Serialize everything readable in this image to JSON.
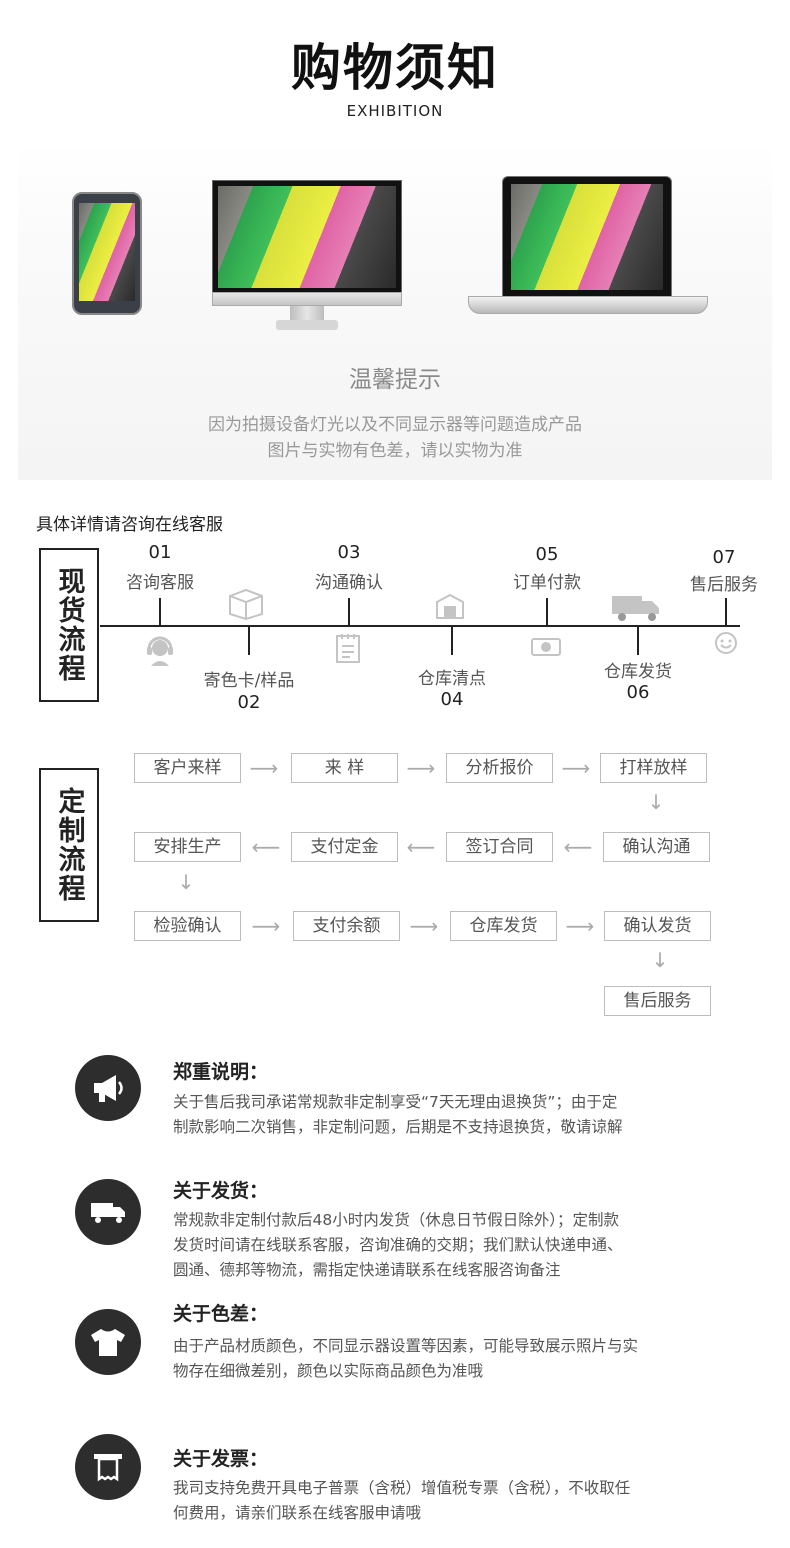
{
  "header": {
    "title": "购物须知",
    "subtitle": "EXHIBITION"
  },
  "tip": {
    "title": "温馨提示",
    "lines": [
      "因为拍摄设备灯光以及不同显示器等问题造成产品",
      "图片与实物有色差，请以实物为准"
    ]
  },
  "consult_note": "具体详情请咨询在线客服",
  "spot_process": {
    "label": "现货流程",
    "steps": [
      {
        "num": "01",
        "label": "咨询客服",
        "icon": "headset-icon"
      },
      {
        "num": "02",
        "label": "寄色卡/样品",
        "icon": "package-icon"
      },
      {
        "num": "03",
        "label": "沟通确认",
        "icon": "notepad-icon"
      },
      {
        "num": "04",
        "label": "仓库清点",
        "icon": "warehouse-icon"
      },
      {
        "num": "05",
        "label": "订单付款",
        "icon": "money-icon"
      },
      {
        "num": "06",
        "label": "仓库发货",
        "icon": "truck-icon"
      },
      {
        "num": "07",
        "label": "售后服务",
        "icon": "smile-icon"
      }
    ]
  },
  "custom_process": {
    "label": "定制流程",
    "row1": [
      "客户来样",
      "来 样",
      "分析报价",
      "打样放样"
    ],
    "row2": [
      "安排生产",
      "支付定金",
      "签订合同",
      "确认沟通"
    ],
    "row3": [
      "检验确认",
      "支付余额",
      "仓库发货",
      "确认发货"
    ],
    "final": "售后服务"
  },
  "notices": [
    {
      "icon": "megaphone-icon",
      "title": "郑重说明：",
      "lines": [
        "关于售后我司承诺常规款非定制享受“7天无理由退换货”；由于定",
        "制款影响二次销售，非定制问题，后期是不支持退换货，敬请谅解"
      ]
    },
    {
      "icon": "truck-icon",
      "title": "关于发货：",
      "lines": [
        "常规款非定制付款后48小时内发货（休息日节假日除外）；定制款",
        "发货时间请在线联系客服，咨询准确的交期；我们默认快递申通、",
        "圆通、德邦等物流，需指定快递请联系在线客服咨询备注"
      ]
    },
    {
      "icon": "tshirt-icon",
      "title": "关于色差：",
      "lines": [
        "由于产品材质颜色，不同显示器设置等因素，可能导致展示照片与实",
        "物存在细微差别，颜色以实际商品颜色为准哦"
      ]
    },
    {
      "icon": "receipt-icon",
      "title": "关于发票：",
      "lines": [
        "我司支持免费开具电子普票（含税）增值税专票（含税），不收取任",
        "何费用，请亲们联系在线客服申请哦"
      ]
    }
  ]
}
